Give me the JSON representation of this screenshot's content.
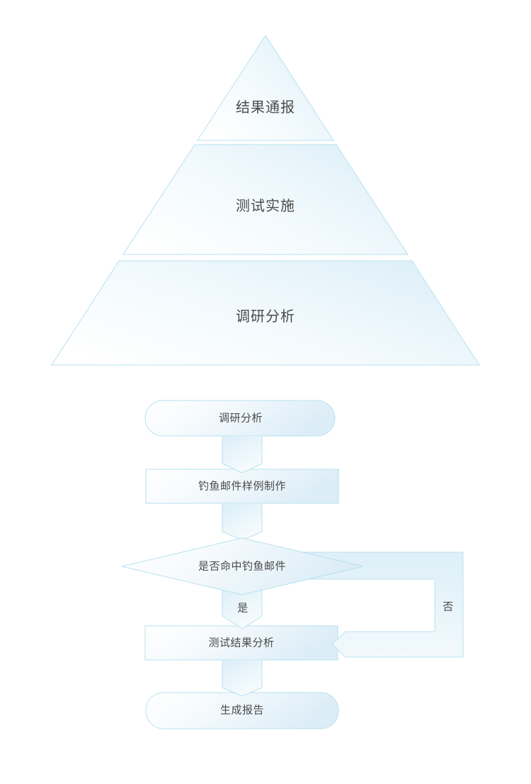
{
  "pyramid": {
    "layers": [
      {
        "label": "结果通报"
      },
      {
        "label": "测试实施"
      },
      {
        "label": "调研分析"
      }
    ]
  },
  "flowchart": {
    "nodes": [
      {
        "type": "terminator",
        "label": "调研分析"
      },
      {
        "type": "process",
        "label": "钓鱼邮件样例制作"
      },
      {
        "type": "decision",
        "label": "是否命中钓鱼邮件"
      },
      {
        "type": "process",
        "label": "测试结果分析"
      },
      {
        "type": "terminator",
        "label": "生成报告"
      }
    ],
    "branch_labels": {
      "yes": "是",
      "no": "否"
    }
  },
  "colors": {
    "background": "#ffffff",
    "shape_border": "#b7e1ef",
    "fill_light": "#ffffff",
    "fill_blue": "#ddeff8",
    "text": "#4a4a4a"
  }
}
